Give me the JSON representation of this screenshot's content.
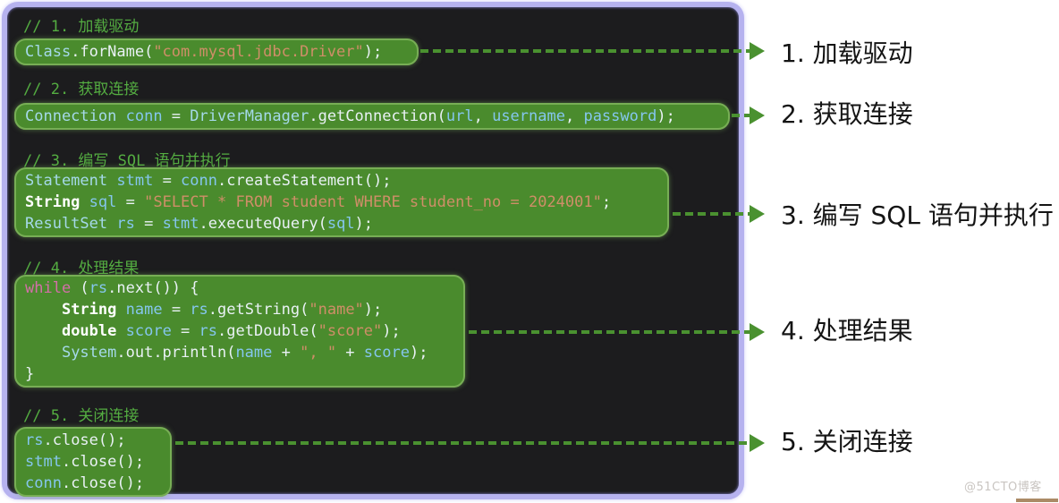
{
  "colors": {
    "panel_background": "#1c1c1e",
    "panel_border": "#b6b2ef",
    "highlight_green": "#4a8b2d",
    "arrow_green": "#4a9130",
    "comment_green": "#54ad41",
    "string_orange": "#cf8e68",
    "keyword_pink": "#d36fa8",
    "variable_blue": "#85c6ee",
    "type_cyan": "#a5d9ea",
    "label_text": "#141414"
  },
  "sections": [
    {
      "comment": "// 1. 加载驱动",
      "label": "1. 加载驱动",
      "lines": [
        [
          [
            "Class",
            "type"
          ],
          [
            ".forName(",
            "plain"
          ],
          [
            "\"com.mysql.jdbc.Driver\"",
            "string"
          ],
          [
            ");",
            "plain"
          ]
        ]
      ]
    },
    {
      "comment": "// 2. 获取连接",
      "label": "2. 获取连接",
      "lines": [
        [
          [
            "Connection",
            "type"
          ],
          [
            " ",
            "plain"
          ],
          [
            "conn",
            "var"
          ],
          [
            " = ",
            "plain"
          ],
          [
            "DriverManager",
            "type"
          ],
          [
            ".getConnection(",
            "plain"
          ],
          [
            "url",
            "var"
          ],
          [
            ", ",
            "plain"
          ],
          [
            "username",
            "var"
          ],
          [
            ", ",
            "plain"
          ],
          [
            "password",
            "var"
          ],
          [
            ");",
            "plain"
          ]
        ]
      ]
    },
    {
      "comment": "// 3. 编写 SQL 语句并执行",
      "label": "3. 编写 SQL 语句并执行",
      "lines": [
        [
          [
            "Statement",
            "type"
          ],
          [
            " ",
            "plain"
          ],
          [
            "stmt",
            "var"
          ],
          [
            " = ",
            "plain"
          ],
          [
            "conn",
            "var"
          ],
          [
            ".createStatement();",
            "plain"
          ]
        ],
        [
          [
            "String",
            "bold"
          ],
          [
            " ",
            "plain"
          ],
          [
            "sql",
            "var"
          ],
          [
            " = ",
            "plain"
          ],
          [
            "\"SELECT * FROM student WHERE student_no = 2024001\"",
            "string"
          ],
          [
            ";",
            "plain"
          ]
        ],
        [
          [
            "ResultSet",
            "type"
          ],
          [
            " ",
            "plain"
          ],
          [
            "rs",
            "var"
          ],
          [
            " = ",
            "plain"
          ],
          [
            "stmt",
            "var"
          ],
          [
            ".executeQuery(",
            "plain"
          ],
          [
            "sql",
            "var"
          ],
          [
            ");",
            "plain"
          ]
        ]
      ]
    },
    {
      "comment": "// 4. 处理结果",
      "label": "4. 处理结果",
      "lines": [
        [
          [
            "while",
            "keyword"
          ],
          [
            " (",
            "plain"
          ],
          [
            "rs",
            "var"
          ],
          [
            ".next()) {",
            "plain"
          ]
        ],
        [
          [
            "    ",
            "plain"
          ],
          [
            "String",
            "bold"
          ],
          [
            " ",
            "plain"
          ],
          [
            "name",
            "var"
          ],
          [
            " = ",
            "plain"
          ],
          [
            "rs",
            "var"
          ],
          [
            ".getString(",
            "plain"
          ],
          [
            "\"name\"",
            "string"
          ],
          [
            ");",
            "plain"
          ]
        ],
        [
          [
            "    ",
            "plain"
          ],
          [
            "double",
            "bold"
          ],
          [
            " ",
            "plain"
          ],
          [
            "score",
            "var"
          ],
          [
            " = ",
            "plain"
          ],
          [
            "rs",
            "var"
          ],
          [
            ".getDouble(",
            "plain"
          ],
          [
            "\"score\"",
            "string"
          ],
          [
            ");",
            "plain"
          ]
        ],
        [
          [
            "    ",
            "plain"
          ],
          [
            "System",
            "type"
          ],
          [
            ".out.println(",
            "plain"
          ],
          [
            "name",
            "var"
          ],
          [
            " + ",
            "plain"
          ],
          [
            "\", \"",
            "string"
          ],
          [
            " + ",
            "plain"
          ],
          [
            "score",
            "var"
          ],
          [
            ");",
            "plain"
          ]
        ],
        [
          [
            "}",
            "plain"
          ]
        ]
      ]
    },
    {
      "comment": "// 5. 关闭连接",
      "label": "5. 关闭连接",
      "lines": [
        [
          [
            "rs",
            "var"
          ],
          [
            ".close();",
            "plain"
          ]
        ],
        [
          [
            "stmt",
            "var"
          ],
          [
            ".close();",
            "plain"
          ]
        ],
        [
          [
            "conn",
            "var"
          ],
          [
            ".close();",
            "plain"
          ]
        ]
      ]
    }
  ],
  "watermark": "@51CTO博客"
}
